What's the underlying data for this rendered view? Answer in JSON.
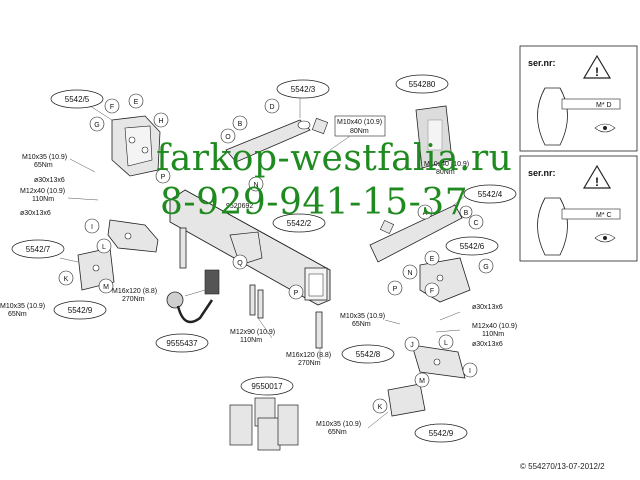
{
  "part_numbers": {
    "p5542_5": "5542/5",
    "p5542_3": "5542/3",
    "p554280": "554280",
    "p5542_4": "5542/4",
    "p5542_2": "5542/2",
    "p5542_6": "5542/6",
    "p5542_7": "5542/7",
    "p5542_9a": "5542/9",
    "p5542_9b": "5542/9",
    "p5542_8": "5542/8",
    "p9555437": "9555437",
    "p9550017": "9550017",
    "p9520692": "9520692"
  },
  "specs": {
    "s1a": "M10x35 (10.9)",
    "s1b": "65Nm",
    "s1c": "ø30x13x6",
    "s2a": "M12x40 (10.9)",
    "s2b": "110Nm",
    "s2c": "ø30x13x6",
    "s3a": "M10x40 (10.9)",
    "s3b": "80Nm",
    "s4a": "M10x40 (10.9)",
    "s4b": "80Nm",
    "s5a": "M10x35 (10.9)",
    "s5b": "65Nm",
    "s6a": "M16x120 (8.8)",
    "s6b": "270Nm",
    "s7a": "M12x90 (10.9)",
    "s7b": "110Nm",
    "s8a": "M16x120 (8.8)",
    "s8b": "270Nm",
    "s9a": "M10x35 (10.9)",
    "s9b": "65Nm",
    "s10a": "ø30x13x6",
    "s11a": "M12x40 (10.9)",
    "s11b": "110Nm",
    "s11c": "ø30x13x6",
    "s12a": "M10x35 (10.9)",
    "s12b": "65Nm"
  },
  "letters": {
    "F": "F",
    "E": "E",
    "G": "G",
    "H": "H",
    "D": "D",
    "O": "O",
    "B": "B",
    "N": "N",
    "P": "P",
    "I": "I",
    "L": "L",
    "K": "K",
    "M": "M",
    "Q": "Q",
    "J": "J",
    "A": "A",
    "C": "C"
  },
  "watermark": {
    "line1": "farkop-westfalia.ru",
    "line2": "8-929-941-15-37"
  },
  "serial_panel": {
    "label1": "ser.nr:",
    "label2": "ser.nr:",
    "plate1": "M* D",
    "plate2": "M* C"
  },
  "copyright": "© 554270/13-07-2012/2",
  "colors": {
    "watermark": "#1f8a1f",
    "line": "#222222",
    "part_fill": "#e6e6e6"
  }
}
